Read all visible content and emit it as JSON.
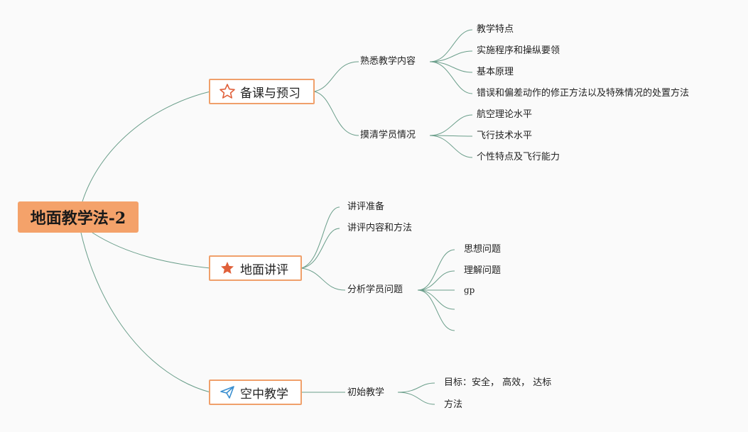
{
  "root": {
    "label": "地面教学法-2"
  },
  "branches": [
    {
      "label": "备课与预习",
      "icon": "star-outline-icon",
      "children": [
        {
          "label": "熟悉教学内容",
          "children": [
            "教学特点",
            "实施程序和操纵要领",
            "基本原理",
            "错误和偏差动作的修正方法以及特殊情况的处置方法"
          ]
        },
        {
          "label": "摸清学员情况",
          "children": [
            "航空理论水平",
            "飞行技术水平",
            "个性特点及飞行能力"
          ]
        }
      ]
    },
    {
      "label": "地面讲评",
      "icon": "star-filled-icon",
      "children": [
        {
          "label": "讲评准备",
          "children": []
        },
        {
          "label": "讲评内容和方法",
          "children": []
        },
        {
          "label": "分析学员问题",
          "children": [
            "思想问题",
            "理解问题",
            "gp",
            "",
            ""
          ]
        }
      ]
    },
    {
      "label": "空中教学",
      "icon": "paper-plane-icon",
      "children": [
        {
          "label": "初始教学",
          "children": [
            "目标：安全， 高效， 达标",
            "方法"
          ]
        }
      ]
    }
  ],
  "colors": {
    "line": "#6a9e8a",
    "root_fill": "#f4a26a",
    "branch_border": "#f0a06b",
    "star": "#e0603a",
    "plane": "#3a8fd0"
  }
}
